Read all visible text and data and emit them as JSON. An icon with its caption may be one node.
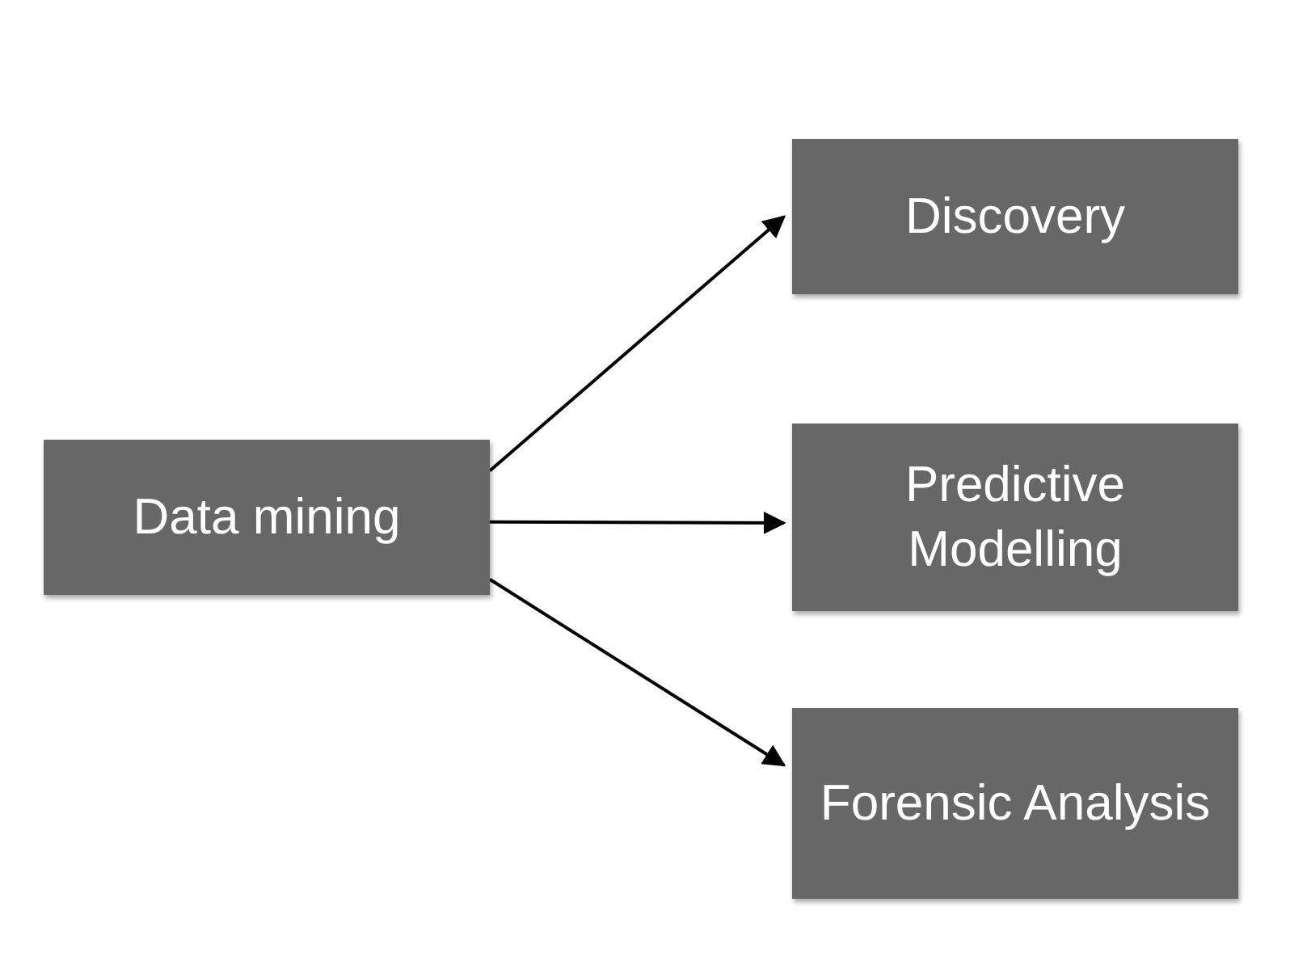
{
  "diagram": {
    "nodes": [
      {
        "text": [
          "Data mining"
        ]
      },
      {
        "text": [
          "Discovery"
        ]
      },
      {
        "text": [
          "Predictive Modelling"
        ]
      },
      {
        "text": [
          "Forensic Analysis"
        ]
      }
    ],
    "edges": [
      {
        "from": 0,
        "to": 1,
        "arrow": "to"
      },
      {
        "from": 0,
        "to": 2,
        "arrow": "to"
      },
      {
        "from": 0,
        "to": 3,
        "arrow": "to"
      }
    ]
  }
}
